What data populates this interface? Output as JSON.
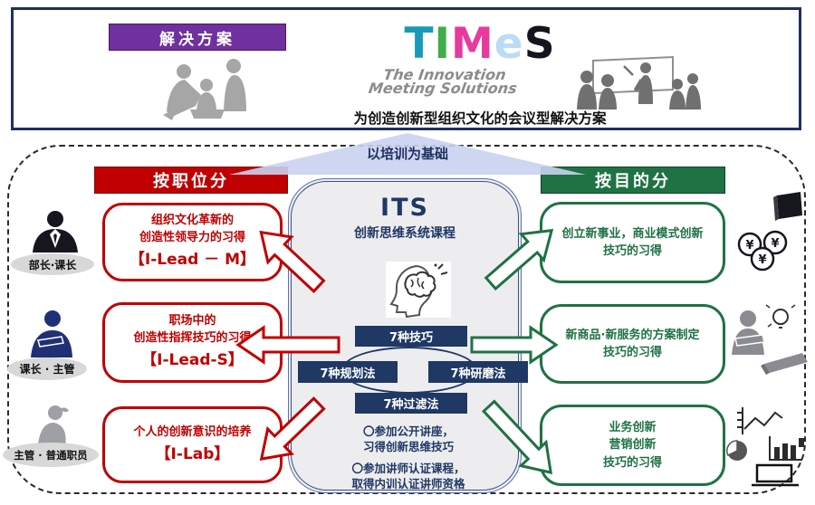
{
  "colors": {
    "accent_red": "#C00000",
    "accent_green": "#1F7244",
    "navy": "#1F3864",
    "purple": "#7030A0",
    "pale_blue_banner": "#C9D2F0",
    "border_navy": "#1F3060"
  },
  "header": {
    "solution_label": "解决方案",
    "logo": {
      "letters": [
        {
          "char": "T",
          "color": "#1899B8"
        },
        {
          "char": "I",
          "color": "#3FAE49"
        },
        {
          "char": "M",
          "color": "#E8399C"
        },
        {
          "char": "e",
          "color": "#BCDCF5"
        },
        {
          "char": "S",
          "color": "#15151D"
        }
      ],
      "tagline_line1": "The Innovation",
      "tagline_line2": "Meeting Solutions"
    },
    "subtitle": "为创造创新型组织文化的会议型解决方案"
  },
  "base_banner": {
    "label": "以培训为基础"
  },
  "left_panel": {
    "header": "按职位分",
    "boxes": [
      {
        "line1": "组织文化革新的",
        "line2": "创造性领导力的习得",
        "code": "【I-Lead － M】"
      },
      {
        "line1": "职场中的",
        "line2": "创造性指挥技巧的习得",
        "code": "【I-Lead-S】"
      },
      {
        "line1": "个人的创新意识的培养",
        "code": "【I-Lab】"
      }
    ],
    "roles": [
      "部长·课长",
      "课长 · 主管",
      "主管 · 普通职员"
    ]
  },
  "right_panel": {
    "header": "按目的分",
    "boxes": [
      {
        "line1": "创立新事业，商业模式创新",
        "line2": "技巧的习得"
      },
      {
        "line1": "新商品·新服务的方案制定",
        "line2": "技巧的习得"
      },
      {
        "line1": "业务创新",
        "line2": "营销创新",
        "line3": "技巧的习得"
      }
    ]
  },
  "center": {
    "title": "ITS",
    "subtitle": "创新思维系统课程",
    "skill_top": "7种技巧",
    "skill_left": "7种规划法",
    "skill_right": "7种研磨法",
    "skill_bottom": "7种过滤法",
    "bullets": [
      {
        "line1": "〇参加公开讲座，",
        "line2": "习得创新思维技巧"
      },
      {
        "line1": "〇参加讲师认证课程，",
        "line2": "取得内训认证讲师资格"
      }
    ],
    "coin_symbol": "¥"
  }
}
